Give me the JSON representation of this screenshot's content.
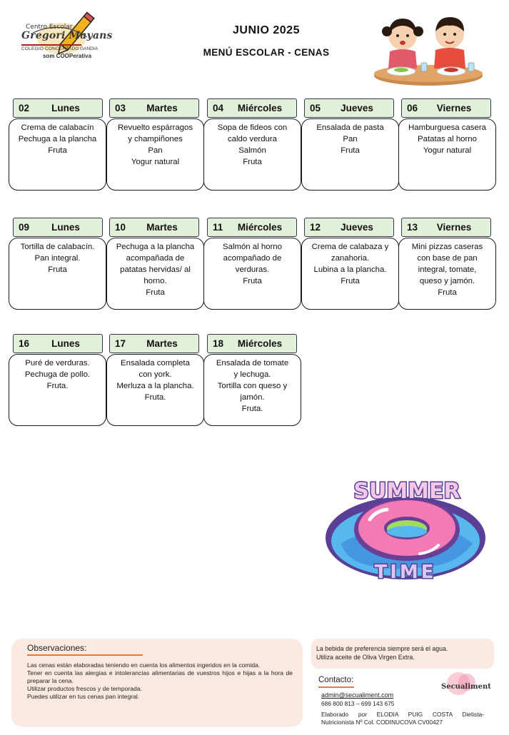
{
  "header": {
    "logo": {
      "line1": "Centro Escolar",
      "line2": "Gregori Mayans",
      "line3": "COLEGIO CONCERTADO",
      "line4": "GANDIA",
      "line5": "som COOPerativa"
    },
    "title": "JUNIO 2025",
    "subtitle": "MENÚ ESCOLAR - CENAS"
  },
  "weeks": [
    {
      "days": [
        {
          "num": "02",
          "name": "Lunes",
          "items": [
            "Crema de calabacín",
            "Pechuga a la plancha",
            "Fruta"
          ]
        },
        {
          "num": "03",
          "name": "Martes",
          "items": [
            "Revuelto espárragos",
            "y champiñones",
            "Pan",
            "Yogur natural"
          ]
        },
        {
          "num": "04",
          "name": "Miércoles",
          "items": [
            "Sopa de fideos con",
            "caldo verdura",
            "Salmón",
            "Fruta"
          ]
        },
        {
          "num": "05",
          "name": "Jueves",
          "items": [
            "Ensalada de pasta",
            "Pan",
            "Fruta"
          ]
        },
        {
          "num": "06",
          "name": "Viernes",
          "items": [
            "Hamburguesa casera",
            "Patatas al horno",
            "Yogur natural"
          ]
        }
      ]
    },
    {
      "days": [
        {
          "num": "09",
          "name": "Lunes",
          "items": [
            "Tortilla de calabacín.",
            "Pan integral.",
            "Fruta"
          ]
        },
        {
          "num": "10",
          "name": "Martes",
          "items": [
            "Pechuga a la plancha",
            "acompañada de",
            "patatas hervidas/ al",
            "horno.",
            "Fruta"
          ]
        },
        {
          "num": "11",
          "name": "Miércoles",
          "items": [
            "Salmón al horno",
            "acompañado de",
            "verduras.",
            "Fruta"
          ]
        },
        {
          "num": "12",
          "name": "Jueves",
          "items": [
            "Crema de calabaza y",
            "zanahoria.",
            "Lubina a la plancha.",
            "Fruta"
          ]
        },
        {
          "num": "13",
          "name": "Viernes",
          "items": [
            "Mini pizzas caseras",
            "con base de pan",
            "integral, tomate,",
            "queso y jamón.",
            "Fruta"
          ]
        }
      ]
    },
    {
      "days": [
        {
          "num": "16",
          "name": "Lunes",
          "items": [
            "Puré de verduras.",
            "Pechuga de pollo.",
            "Fruta."
          ]
        },
        {
          "num": "17",
          "name": "Martes",
          "items": [
            "Ensalada completa",
            "con york.",
            "Merluza a la plancha.",
            "Fruta."
          ]
        },
        {
          "num": "18",
          "name": "Miércoles",
          "items": [
            "Ensalada de tomate",
            "y lechuga.",
            "Tortilla con queso y",
            "jamón.",
            "Fruta."
          ]
        }
      ]
    }
  ],
  "sticker": {
    "top_word": "SUMMER",
    "bottom_word": "TIME"
  },
  "observations": {
    "title": "Observaciones:",
    "lines": [
      "Las cenas están elaboradas teniendo en cuenta los alimentos ingeridos en la comida.",
      "Tener en cuenta las alergias e intolerancias alimentarias de vuestros hijos e hijas a la hora de preparar la cena.",
      "Utilizar productos frescos y de temporada.",
      "Puedes utilizar en tus cenas pan integral."
    ]
  },
  "drink": {
    "line1": "La bebida de preferencia siempre será el agua.",
    "line2": "Utiliza aceite de Oliva Virgen Extra."
  },
  "contact": {
    "title": "Contacto:",
    "email": "admin@secualiment.com",
    "phone": "686 800 813 – 699 143 675",
    "elaborado": "Elaborado por ELODIA PUIG COSTA Dietista-",
    "elaborado2": "Nutricionista Nº Col. CODINUCOVA CV00427",
    "brand": "Secualiment"
  },
  "colors": {
    "day_label_bg": "#e2efd9",
    "footer_bg": "#fbe9e2",
    "accent_orange": "#e07a3c"
  }
}
